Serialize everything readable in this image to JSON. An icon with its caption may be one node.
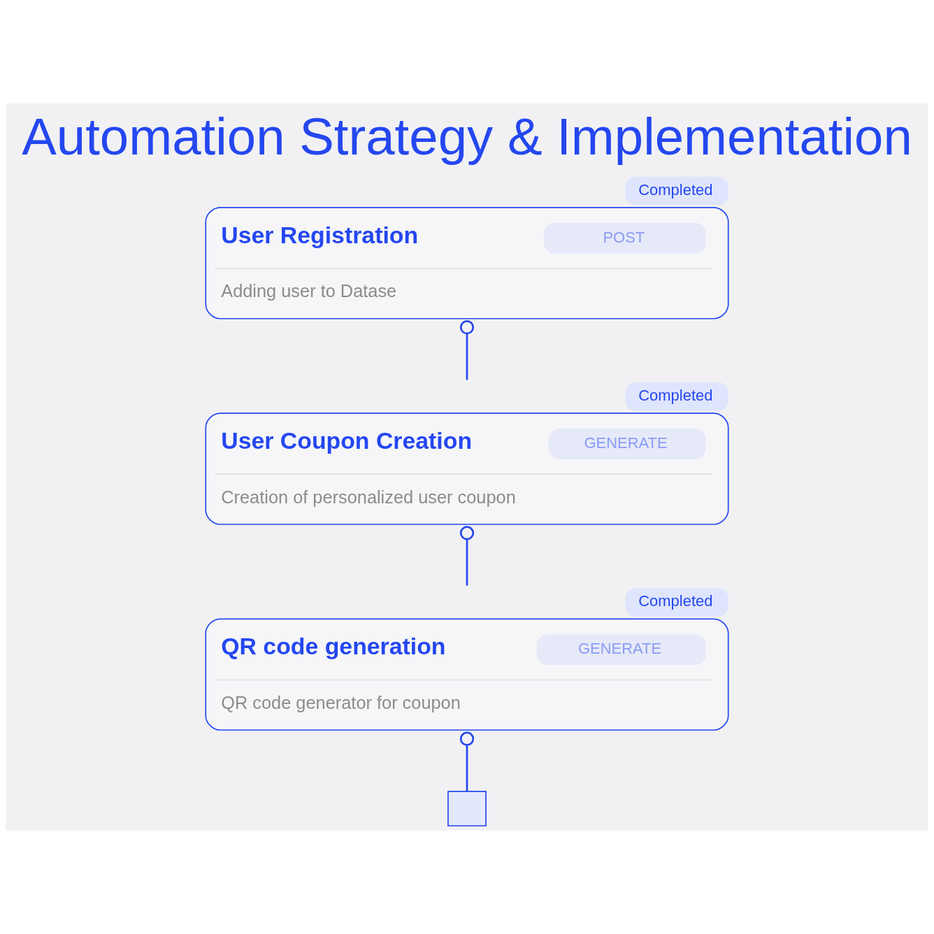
{
  "diagram": {
    "title": "Automation Strategy & Implementation",
    "nodes": [
      {
        "text": [
          "User Registration",
          "POST",
          "Adding user to Datase"
        ],
        "beside": [
          "Completed"
        ]
      },
      {
        "text": [
          "User Coupon Creation",
          "GENERATE",
          "Creation of personalized user coupon"
        ],
        "beside": [
          "Completed"
        ]
      },
      {
        "text": [
          "QR code generation",
          "GENERATE",
          "QR code generator for coupon"
        ],
        "beside": [
          "Completed"
        ]
      },
      {
        "text": [],
        "shape": "box"
      }
    ],
    "edges": [
      {
        "from": 0,
        "to": 1,
        "arrow": "other"
      },
      {
        "from": 1,
        "to": 2,
        "arrow": "other"
      },
      {
        "from": 2,
        "to": 3,
        "arrow": "other"
      }
    ]
  }
}
